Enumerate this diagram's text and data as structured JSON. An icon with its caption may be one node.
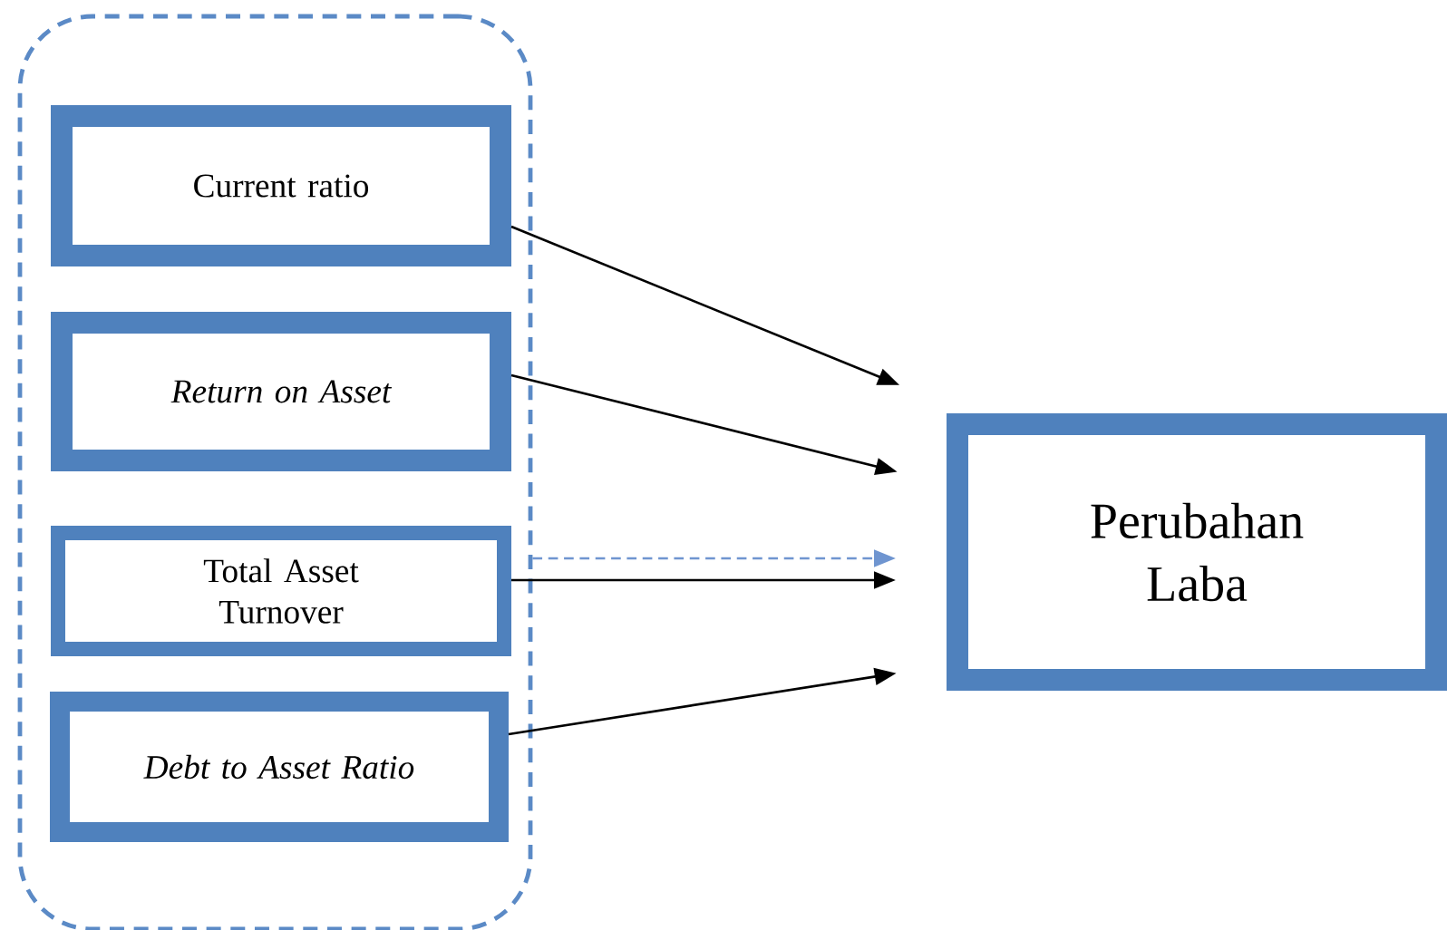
{
  "diagram": {
    "nodes": [
      {
        "text": [],
        "shape": "box"
      },
      {
        "text": [
          "Current ratio"
        ],
        "in": 0
      },
      {
        "text": [
          "Return on Asset"
        ],
        "in": 0
      },
      {
        "text": [
          "Total Asset Turnover"
        ],
        "in": 0
      },
      {
        "text": [
          "Debt to Asset Ratio"
        ],
        "in": 0
      },
      {
        "text": [
          "Perubahan Laba"
        ]
      }
    ],
    "edges": [
      {
        "from": 1,
        "to": 5,
        "arrow": "to"
      },
      {
        "from": 2,
        "to": 5,
        "arrow": "to"
      },
      {
        "from": 0,
        "to": 5,
        "arrow": "to",
        "style": "dashed",
        "color": "#6f95d0"
      },
      {
        "from": 3,
        "to": 5,
        "arrow": "to"
      },
      {
        "from": 4,
        "to": 5,
        "arrow": "to"
      }
    ]
  }
}
